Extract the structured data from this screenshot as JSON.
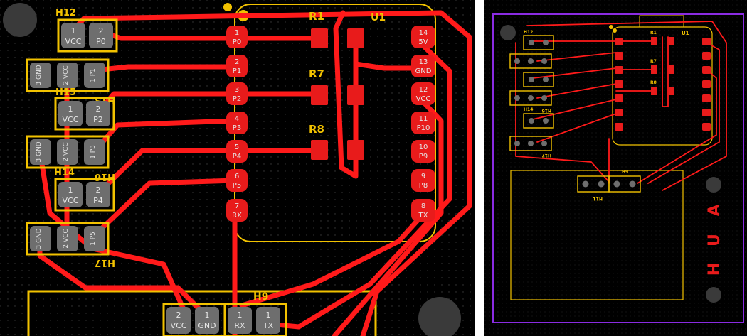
{
  "colors": {
    "board": "#000000",
    "trace": "#ff1a1a",
    "pad_red": "#e81b1b",
    "silkscreen_yellow": "#f2c200",
    "pad_gray": "#6e6e6e",
    "pad_text": "#e6e6e6",
    "outline_purple": "#8a2be2",
    "mount_hole": "#3a3a3a"
  },
  "left_view": {
    "designators": {
      "h12": "H12",
      "h13": "H13",
      "h15": "H15",
      "h14": "H14",
      "h16": "H16",
      "h17": "H17",
      "h9": "H9",
      "r1": "R1",
      "r7": "R7",
      "r8": "R8",
      "u1": "U1"
    },
    "h12_pins": [
      {
        "num": "1",
        "name": "VCC"
      },
      {
        "num": "2",
        "name": "P0"
      }
    ],
    "h15_pins": [
      {
        "num": "1",
        "name": "VCC"
      },
      {
        "num": "2",
        "name": "P2"
      }
    ],
    "h14_pins": [
      {
        "num": "1",
        "name": "VCC"
      },
      {
        "num": "2",
        "name": "P4"
      }
    ],
    "h13_pins": [
      {
        "num": "3",
        "name": "GND"
      },
      {
        "num": "2",
        "name": "VCC"
      },
      {
        "num": "1",
        "name": "P1"
      }
    ],
    "h16_pins": [
      {
        "num": "3",
        "name": "GND"
      },
      {
        "num": "2",
        "name": "VCC"
      },
      {
        "num": "1",
        "name": "P3"
      }
    ],
    "h17_pins": [
      {
        "num": "3",
        "name": "GND"
      },
      {
        "num": "2",
        "name": "VCC"
      },
      {
        "num": "1",
        "name": "P5"
      }
    ],
    "u1_left_pins": [
      {
        "num": "1",
        "name": "P0"
      },
      {
        "num": "2",
        "name": "P1"
      },
      {
        "num": "3",
        "name": "P2"
      },
      {
        "num": "4",
        "name": "P3"
      },
      {
        "num": "5",
        "name": "P4"
      },
      {
        "num": "6",
        "name": "P5"
      },
      {
        "num": "7",
        "name": "RX"
      }
    ],
    "u1_right_pins": [
      {
        "num": "14",
        "name": "5V"
      },
      {
        "num": "13",
        "name": "GND"
      },
      {
        "num": "12",
        "name": "VCC"
      },
      {
        "num": "11",
        "name": "P10"
      },
      {
        "num": "10",
        "name": "P9"
      },
      {
        "num": "9",
        "name": "P8"
      },
      {
        "num": "8",
        "name": "TX"
      }
    ],
    "h9_pins": [
      {
        "num": "2",
        "name": "VCC"
      },
      {
        "num": "1",
        "name": "GND"
      },
      {
        "num": "1",
        "name": "RX"
      },
      {
        "num": "1",
        "name": "TX"
      }
    ]
  },
  "right_view": {
    "designators": {
      "h12": "H12",
      "h14": "H14",
      "h16": "H16",
      "h17": "H17",
      "h9": "H9",
      "h11": "H11",
      "r1": "R1",
      "r7": "R7",
      "r8": "R8",
      "u1": "U1"
    },
    "vertical_text": [
      "A",
      "U",
      "H"
    ]
  }
}
